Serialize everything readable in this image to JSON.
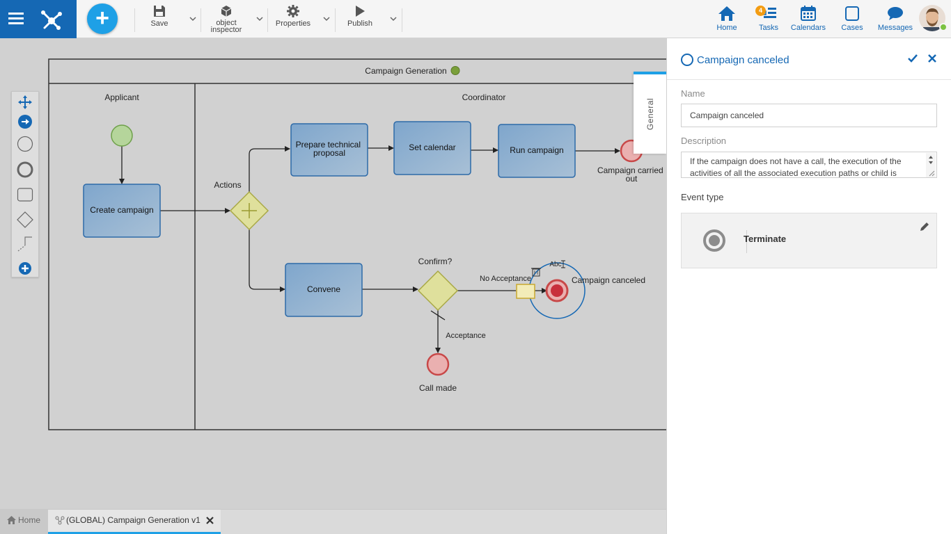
{
  "toolbar": {
    "save_label": "Save",
    "object_inspector_label": "object inspector",
    "properties_label": "Properties",
    "publish_label": "Publish"
  },
  "nav": {
    "home_label": "Home",
    "tasks_label": "Tasks",
    "tasks_badge": "4",
    "calendars_label": "Calendars",
    "cases_label": "Cases",
    "messages_label": "Messages"
  },
  "diagram": {
    "pool_title": "Campaign Generation",
    "lanes": [
      "Applicant",
      "Coordinator"
    ],
    "tasks": {
      "create_campaign": "Create campaign",
      "prepare_proposal": "Prepare technical proposal",
      "set_calendar": "Set calendar",
      "run_campaign": "Run campaign",
      "convene": "Convene"
    },
    "gateways": {
      "actions": "Actions",
      "confirm": "Confirm?"
    },
    "flows": {
      "no_acceptance": "No Acceptance",
      "acceptance": "Acceptance"
    },
    "events": {
      "campaign_carried_out": "Campaign carried out",
      "campaign_canceled": "Campaign canceled",
      "call_made": "Call made"
    },
    "editor_hint": "Abc"
  },
  "general_tab": {
    "label": "General"
  },
  "panel": {
    "title": "Campaign canceled",
    "name_label": "Name",
    "name_value": "Campaign canceled",
    "description_label": "Description",
    "description_value": "If the campaign does not have a call, the execution of the activities of all the associated execution paths or child is",
    "event_type_label": "Event type",
    "event_type_value": "Terminate"
  },
  "bottom_tabs": {
    "home_label": "Home",
    "document_label": "(GLOBAL) Campaign Generation v1"
  },
  "colors": {
    "brand_blue": "#1568b4",
    "accent_blue": "#1ea0e6",
    "task_fill": "#8fb1d0",
    "gateway_fill": "#e3e4a2",
    "start_event": "#b8d9a0",
    "end_event": "#e8a0a0",
    "badge_orange": "#f39c12"
  }
}
